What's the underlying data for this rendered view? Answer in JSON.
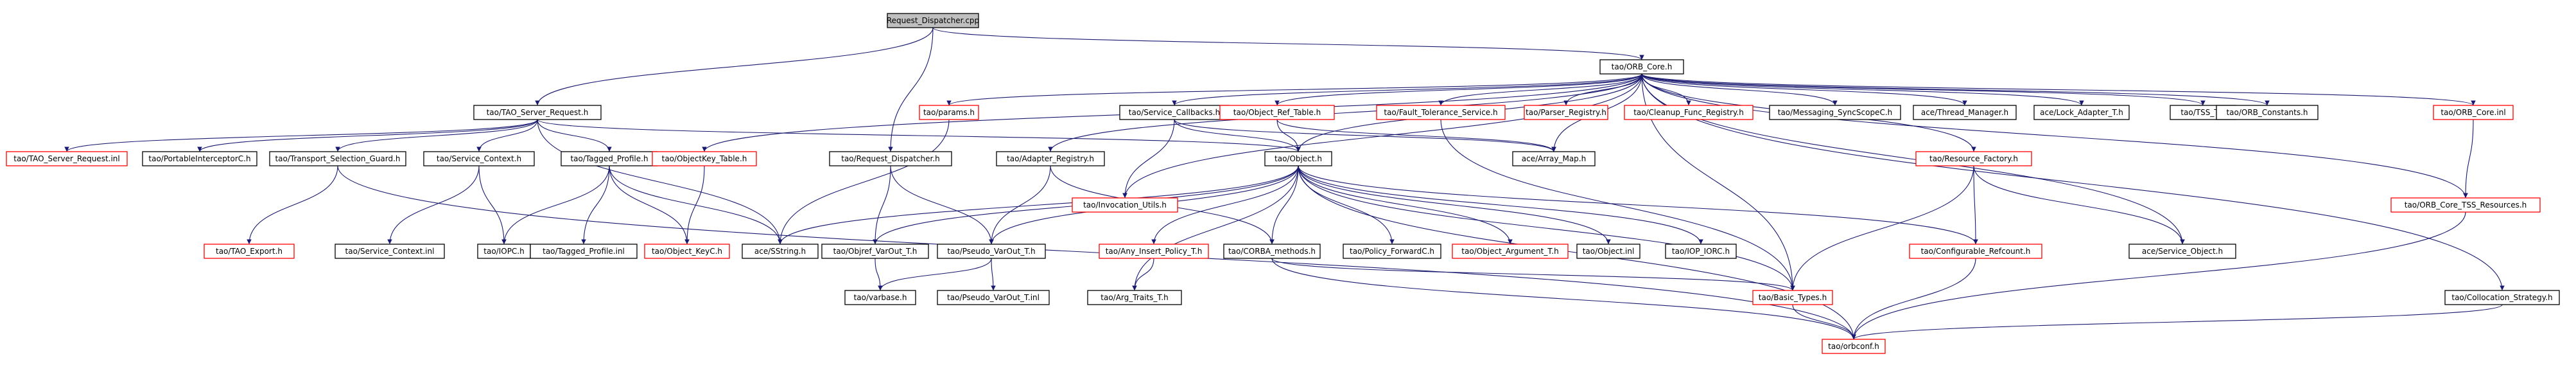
{
  "title": "Request_Dispatcher.cpp include dependency graph",
  "colors": {
    "edge": "#191970",
    "border_documented": "#000000",
    "border_undocumented": "#ff0000",
    "root_fill": "#bfbfbf",
    "node_fill": "#ffffff"
  },
  "nodes": [
    {
      "id": "n0",
      "label": "Request_Dispatcher.cpp",
      "root": true,
      "border": "black"
    },
    {
      "id": "n1",
      "label": "tao/ORB_Core.h",
      "border": "black"
    },
    {
      "id": "n2",
      "label": "tao/TAO_Server_Request.h",
      "border": "black"
    },
    {
      "id": "n3",
      "label": "tao/params.h",
      "border": "red"
    },
    {
      "id": "n4",
      "label": "tao/Service_Callbacks.h",
      "border": "black"
    },
    {
      "id": "n5",
      "label": "tao/Object_Ref_Table.h",
      "border": "red"
    },
    {
      "id": "n6",
      "label": "tao/Fault_Tolerance_Service.h",
      "border": "red"
    },
    {
      "id": "n7",
      "label": "tao/Parser_Registry.h",
      "border": "red"
    },
    {
      "id": "n8",
      "label": "tao/Cleanup_Func_Registry.h",
      "border": "red"
    },
    {
      "id": "n9",
      "label": "tao/Messaging_SyncScopeC.h",
      "border": "black"
    },
    {
      "id": "n10",
      "label": "ace/Thread_Manager.h",
      "border": "black"
    },
    {
      "id": "n11",
      "label": "ace/Lock_Adapter_T.h",
      "border": "black"
    },
    {
      "id": "n12",
      "label": "tao/TSS_T.h",
      "border": "black"
    },
    {
      "id": "n13",
      "label": "tao/ORB_Constants.h",
      "border": "black"
    },
    {
      "id": "n14",
      "label": "tao/ORB_Core.inl",
      "border": "red"
    },
    {
      "id": "n15",
      "label": "tao/TAO_Server_Request.inl",
      "border": "red"
    },
    {
      "id": "n16",
      "label": "tao/PortableInterceptorC.h",
      "border": "black"
    },
    {
      "id": "n17",
      "label": "tao/Transport_Selection_Guard.h",
      "border": "black"
    },
    {
      "id": "n18",
      "label": "tao/Service_Context.h",
      "border": "black"
    },
    {
      "id": "n19",
      "label": "tao/Tagged_Profile.h",
      "border": "black"
    },
    {
      "id": "n20",
      "label": "tao/ObjectKey_Table.h",
      "border": "red"
    },
    {
      "id": "n21",
      "label": "tao/Request_Dispatcher.h",
      "border": "black"
    },
    {
      "id": "n22",
      "label": "tao/Adapter_Registry.h",
      "border": "black"
    },
    {
      "id": "n23",
      "label": "tao/Invocation_Utils.h",
      "border": "red"
    },
    {
      "id": "n24",
      "label": "tao/Object.h",
      "border": "black"
    },
    {
      "id": "n25",
      "label": "ace/Array_Map.h",
      "border": "black"
    },
    {
      "id": "n26",
      "label": "tao/Resource_Factory.h",
      "border": "red"
    },
    {
      "id": "n27",
      "label": "tao/ORB_Core_TSS_Resources.h",
      "border": "red"
    },
    {
      "id": "n28",
      "label": "tao/TAO_Export.h",
      "border": "red"
    },
    {
      "id": "n29",
      "label": "tao/Service_Context.inl",
      "border": "black"
    },
    {
      "id": "n30",
      "label": "tao/IOPC.h",
      "border": "black"
    },
    {
      "id": "n31",
      "label": "tao/Tagged_Profile.inl",
      "border": "black"
    },
    {
      "id": "n32",
      "label": "tao/Object_KeyC.h",
      "border": "red"
    },
    {
      "id": "n33",
      "label": "ace/SString.h",
      "border": "black"
    },
    {
      "id": "n34",
      "label": "tao/Objref_VarOut_T.h",
      "border": "black"
    },
    {
      "id": "n35",
      "label": "tao/Pseudo_VarOut_T.h",
      "border": "black"
    },
    {
      "id": "n36",
      "label": "tao/Any_Insert_Policy_T.h",
      "border": "red"
    },
    {
      "id": "n37",
      "label": "tao/CORBA_methods.h",
      "border": "black"
    },
    {
      "id": "n38",
      "label": "tao/Policy_ForwardC.h",
      "border": "black"
    },
    {
      "id": "n39",
      "label": "tao/Object_Argument_T.h",
      "border": "red"
    },
    {
      "id": "n40",
      "label": "tao/Object.inl",
      "border": "black"
    },
    {
      "id": "n41",
      "label": "tao/IOP_IORC.h",
      "border": "black"
    },
    {
      "id": "n42",
      "label": "tao/Configurable_Refcount.h",
      "border": "red"
    },
    {
      "id": "n43",
      "label": "ace/Service_Object.h",
      "border": "black"
    },
    {
      "id": "n44",
      "label": "tao/varbase.h",
      "border": "black"
    },
    {
      "id": "n45",
      "label": "tao/Pseudo_VarOut_T.inl",
      "border": "black"
    },
    {
      "id": "n46",
      "label": "tao/Arg_Traits_T.h",
      "border": "black"
    },
    {
      "id": "n47",
      "label": "tao/Basic_Types.h",
      "border": "red"
    },
    {
      "id": "n48",
      "label": "tao/Collocation_Strategy.h",
      "border": "black"
    },
    {
      "id": "n49",
      "label": "tao/orbconf.h",
      "border": "red"
    }
  ],
  "edges": [
    [
      "n0",
      "n1"
    ],
    [
      "n0",
      "n2"
    ],
    [
      "n0",
      "n21"
    ],
    [
      "n1",
      "n3"
    ],
    [
      "n1",
      "n4"
    ],
    [
      "n1",
      "n5"
    ],
    [
      "n1",
      "n6"
    ],
    [
      "n1",
      "n7"
    ],
    [
      "n1",
      "n8"
    ],
    [
      "n1",
      "n9"
    ],
    [
      "n1",
      "n10"
    ],
    [
      "n1",
      "n11"
    ],
    [
      "n1",
      "n12"
    ],
    [
      "n1",
      "n13"
    ],
    [
      "n1",
      "n14"
    ],
    [
      "n1",
      "n48"
    ],
    [
      "n1",
      "n26"
    ],
    [
      "n1",
      "n22"
    ],
    [
      "n1",
      "n24"
    ],
    [
      "n1",
      "n20"
    ],
    [
      "n1",
      "n23"
    ],
    [
      "n1",
      "n25"
    ],
    [
      "n1",
      "n27"
    ],
    [
      "n1",
      "n43"
    ],
    [
      "n1",
      "n47"
    ],
    [
      "n2",
      "n15"
    ],
    [
      "n2",
      "n16"
    ],
    [
      "n2",
      "n17"
    ],
    [
      "n2",
      "n18"
    ],
    [
      "n2",
      "n19"
    ],
    [
      "n2",
      "n33"
    ],
    [
      "n2",
      "n24"
    ],
    [
      "n3",
      "n33"
    ],
    [
      "n4",
      "n23"
    ],
    [
      "n4",
      "n24"
    ],
    [
      "n4",
      "n25"
    ],
    [
      "n5",
      "n24"
    ],
    [
      "n5",
      "n25"
    ],
    [
      "n6",
      "n47"
    ],
    [
      "n14",
      "n27"
    ],
    [
      "n17",
      "n28"
    ],
    [
      "n17",
      "n49"
    ],
    [
      "n18",
      "n29"
    ],
    [
      "n18",
      "n30"
    ],
    [
      "n19",
      "n30"
    ],
    [
      "n19",
      "n31"
    ],
    [
      "n19",
      "n32"
    ],
    [
      "n19",
      "n33"
    ],
    [
      "n20",
      "n32"
    ],
    [
      "n21",
      "n34"
    ],
    [
      "n21",
      "n35"
    ],
    [
      "n22",
      "n35"
    ],
    [
      "n22",
      "n37"
    ],
    [
      "n24",
      "n34"
    ],
    [
      "n24",
      "n35"
    ],
    [
      "n24",
      "n36"
    ],
    [
      "n24",
      "n37"
    ],
    [
      "n24",
      "n38"
    ],
    [
      "n24",
      "n39"
    ],
    [
      "n24",
      "n40"
    ],
    [
      "n24",
      "n41"
    ],
    [
      "n24",
      "n42"
    ],
    [
      "n24",
      "n33"
    ],
    [
      "n24",
      "n46"
    ],
    [
      "n24",
      "n47"
    ],
    [
      "n24",
      "n49"
    ],
    [
      "n26",
      "n42"
    ],
    [
      "n26",
      "n43"
    ],
    [
      "n26",
      "n47"
    ],
    [
      "n27",
      "n49"
    ],
    [
      "n34",
      "n44"
    ],
    [
      "n35",
      "n44"
    ],
    [
      "n35",
      "n45"
    ],
    [
      "n36",
      "n46"
    ],
    [
      "n37",
      "n47"
    ],
    [
      "n37",
      "n49"
    ],
    [
      "n42",
      "n49"
    ],
    [
      "n47",
      "n49"
    ],
    [
      "n48",
      "n49"
    ]
  ]
}
